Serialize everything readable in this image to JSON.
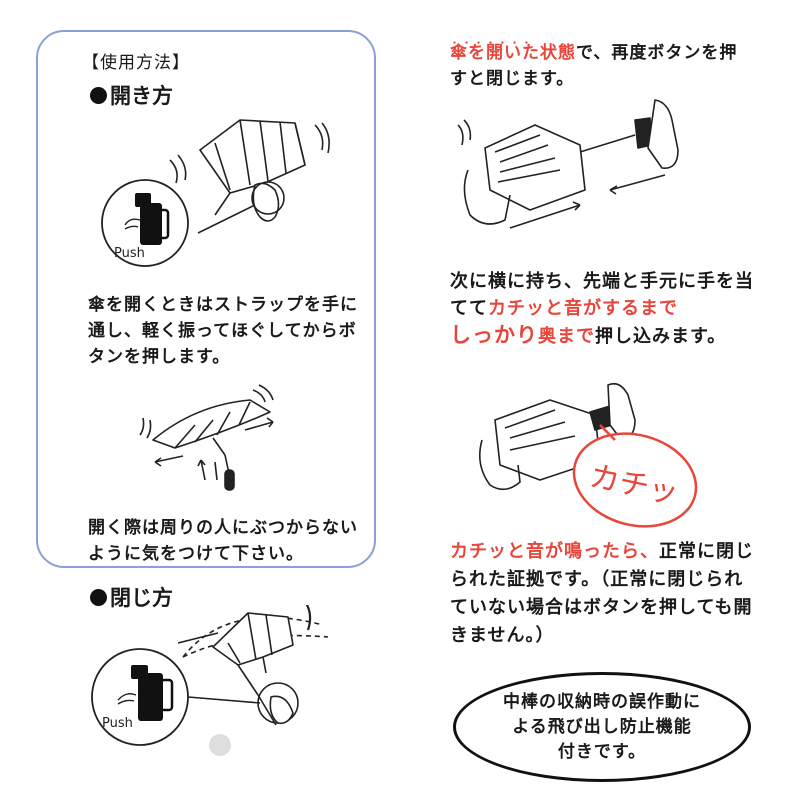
{
  "open_section": {
    "label": "【使用方法】",
    "heading": "開き方",
    "push_label": "Push",
    "instruction": "傘を開くときはストラップを手に通し、軽く振ってほぐしてからボタンを押します。",
    "caution": "開く際は周りの人にぶつからないように気をつけて下さい。"
  },
  "close_section": {
    "heading": "閉じ方",
    "push_label": "Push",
    "step1_emphasis": "傘を開いた状態",
    "step1_rest": "で、再度ボタンを押すと閉じます。",
    "step2_before": "次に横に持ち、先端と手元に手を当てて",
    "step2_red": "カチッと音がするまで",
    "step2_bold": "しっかり",
    "step2_red2": "奥まで",
    "step2_after": "押し込みます。",
    "click_sound": "カチッ",
    "step3_red": "カチッと音が鳴ったら、",
    "step3_rest": "正常に閉じられた証拠です。（正常に閉じられていない場合はボタンを押しても開きません。）"
  },
  "feature_note": {
    "line1": "中棒の収納時の誤作動に",
    "line2": "よる飛び出し防止機能",
    "line3": "付きです。"
  },
  "colors": {
    "accent_red": "#e8463a",
    "box_border": "#8aa0d6",
    "text": "#1a1a1a"
  }
}
